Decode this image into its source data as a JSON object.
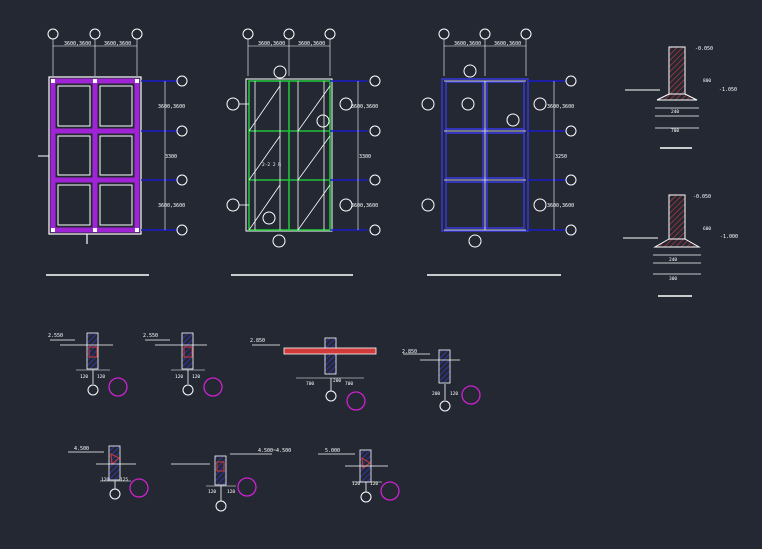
{
  "colors": {
    "background": "#232833",
    "line": "#ffffff",
    "beam_purple": "#a024d6",
    "beam_green": "#22c03a",
    "axis_blue": "#1a1acc",
    "pen_blue": "#3a3ae8",
    "hatch": "#d23b3b",
    "mark_magenta": "#cc22cc"
  },
  "plans": {
    "top_dims": [
      "3600,3600",
      "3600,3600"
    ],
    "side_dims": [
      "3600,3600",
      "3300",
      "3600,3600"
    ],
    "side_dims_3": [
      "3600,3600",
      "3250",
      "3600,3600"
    ],
    "callout_plan2": "2-2 2 R"
  },
  "sections": {
    "a": {
      "top": "-0.050",
      "side": "-1.050",
      "d1": "800",
      "d2": "240",
      "base": "700"
    },
    "b": {
      "top": "-0.050",
      "side": "-1.000",
      "d1": "600",
      "d2": "240",
      "base": "300"
    }
  },
  "details": [
    {
      "elev": "2.550",
      "l1": "120",
      "l2": "120"
    },
    {
      "elev": "2.550",
      "l1": "120",
      "l2": "120"
    },
    {
      "elev": "2.850",
      "l1": "700",
      "l2": "200",
      "l3": "700"
    },
    {
      "elev": "2.850",
      "l1": "200",
      "l2": "120"
    },
    {
      "elev": "4.500",
      "l1": "120",
      "l2": "125"
    },
    {
      "elev": "4.500~4.500",
      "l1": "120",
      "l2": "120"
    },
    {
      "elev": "5.000",
      "l1": "120",
      "l2": "120"
    }
  ]
}
